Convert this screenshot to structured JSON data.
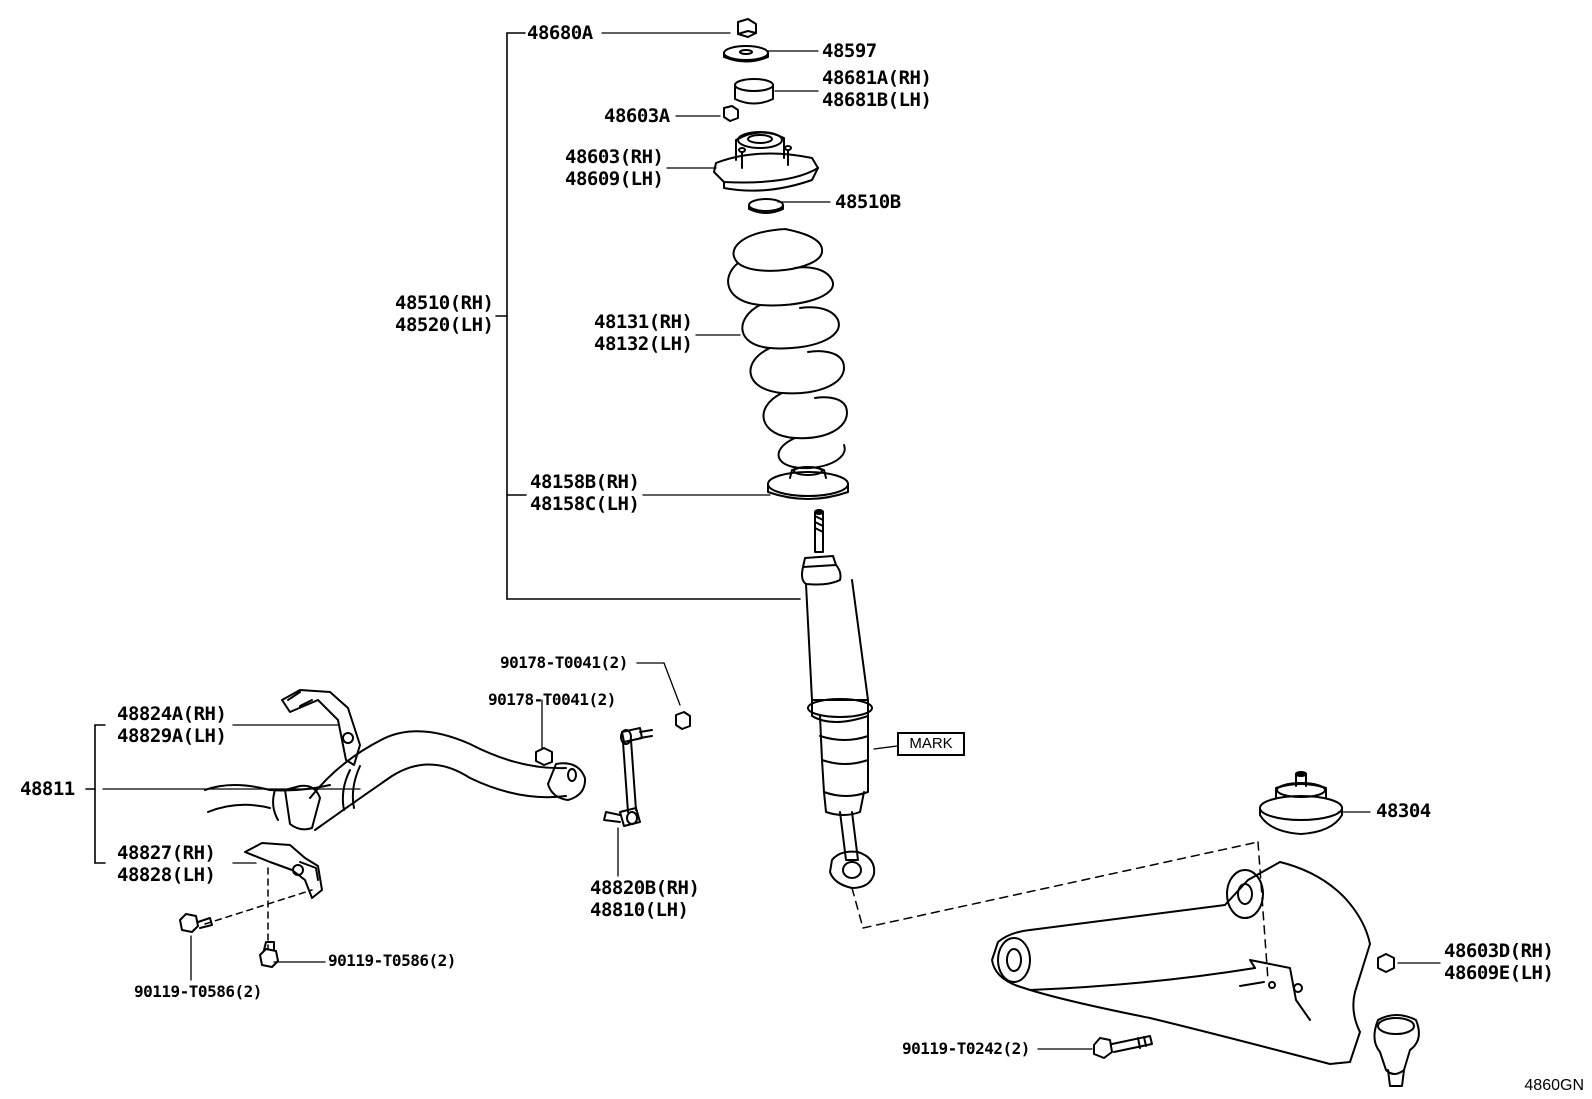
{
  "labels": {
    "p48680a": "48680A",
    "p48597": "48597",
    "p48681a": "48681A(RH)",
    "p48681b": "48681B(LH)",
    "p48603a": "48603A",
    "p48603": "48603(RH)",
    "p48609": "48609(LH)",
    "p48510b": "48510B",
    "p48510": "48510(RH)",
    "p48520": "48520(LH)",
    "p48131": "48131(RH)",
    "p48132": "48132(LH)",
    "p48158b": "48158B(RH)",
    "p48158c": "48158C(LH)",
    "p90178a": "90178-T0041(2)",
    "p90178b": "90178-T0041(2)",
    "p48824a": "48824A(RH)",
    "p48829a": "48829A(LH)",
    "p48811": "48811",
    "p48827": "48827(RH)",
    "p48828": "48828(LH)",
    "p48820b": "48820B(RH)",
    "p48810": "48810(LH)",
    "p90119a": "90119-T0586(2)",
    "p90119b": "90119-T0586(2)",
    "p48304": "48304",
    "p48603d": "48603D(RH)",
    "p48609e": "48609E(LH)",
    "p90119c": "90119-T0242(2)",
    "mark": "MARK",
    "code": "4860GN"
  }
}
